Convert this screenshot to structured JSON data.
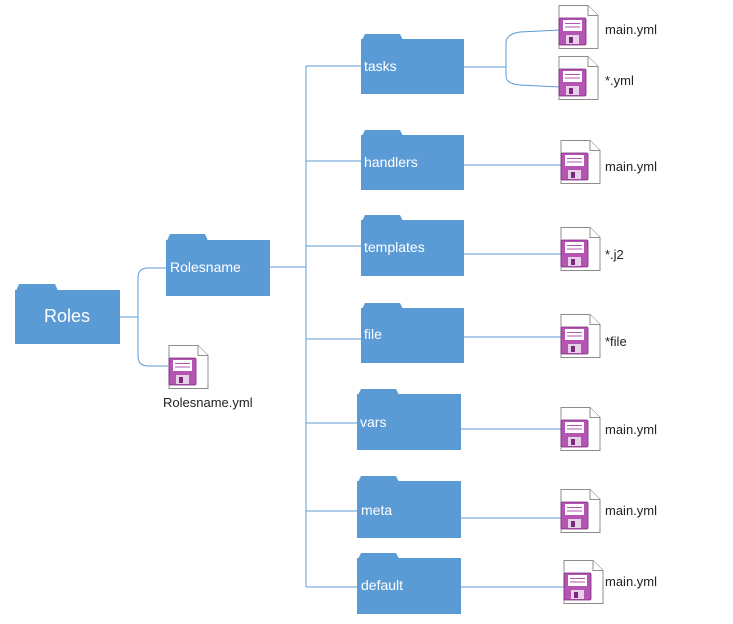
{
  "diagram": {
    "root_label": "Roles",
    "role_label": "Rolesname",
    "role_file": "Rolesname.yml",
    "directories": [
      {
        "label": "tasks",
        "files": [
          "main.yml",
          "*.yml"
        ]
      },
      {
        "label": "handlers",
        "files": [
          "main.yml"
        ]
      },
      {
        "label": "templates",
        "files": [
          "*.j2"
        ]
      },
      {
        "label": "file",
        "files": [
          "*file"
        ]
      },
      {
        "label": "vars",
        "files": [
          "main.yml"
        ]
      },
      {
        "label": "meta",
        "files": [
          "main.yml"
        ]
      },
      {
        "label": "default",
        "files": [
          "main.yml"
        ]
      }
    ]
  },
  "colors": {
    "folder": "#5b9bd5",
    "connector": "#5b9bd5",
    "file_icon": "#b455b4"
  },
  "icons": {
    "folder": "folder-icon",
    "file": "yaml-file-icon"
  }
}
